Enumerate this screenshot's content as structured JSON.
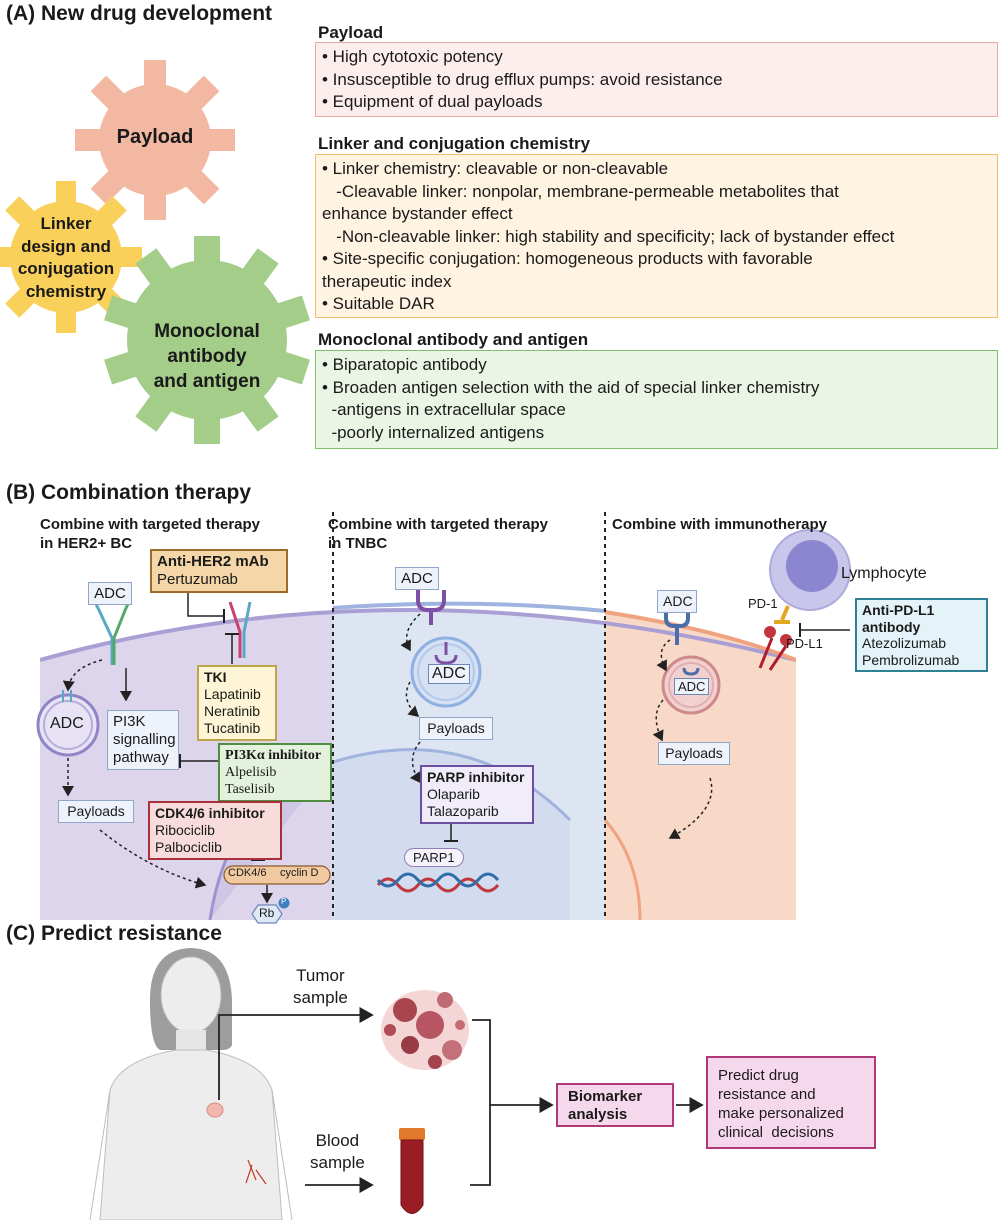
{
  "sectionA": {
    "title": "(A) New drug development",
    "gears": {
      "payload": "Payload",
      "linker": [
        "Linker",
        "design and",
        "conjugation",
        "chemistry"
      ],
      "antibody": [
        "Monoclonal",
        "antibody",
        "and antigen"
      ]
    },
    "payload_panel": {
      "heading": "Payload",
      "lines": [
        "• High cytotoxic potency",
        "• Insusceptible to drug efflux pumps: avoid resistance",
        "• Equipment of dual payloads"
      ]
    },
    "linker_panel": {
      "heading": "Linker and conjugation chemistry",
      "lines": [
        "• Linker chemistry: cleavable or non-cleavable",
        "   -Cleavable linker: nonpolar, membrane-permeable metabolites that",
        "enhance bystander effect",
        "   -Non-cleavable linker: high stability and specificity; lack of bystander effect",
        "• Site-specific conjugation: homogeneous products with favorable",
        "therapeutic index",
        "• Suitable DAR"
      ]
    },
    "antibody_panel": {
      "heading": "Monoclonal antibody and antigen",
      "lines": [
        "• Biparatopic antibody",
        "• Broaden antigen selection with the aid of special linker chemistry",
        "  -antigens in extracellular space",
        "  -poorly internalized antigens"
      ]
    }
  },
  "sectionB": {
    "title": "(B) Combination therapy",
    "col1": {
      "heading": [
        "Combine with targeted therapy",
        "in HER2+ BC"
      ],
      "adc": "ADC",
      "adc_vesicle": "ADC",
      "payloads": "Payloads",
      "anti_her2": {
        "title": "Anti-HER2 mAb",
        "drug": "Pertuzumab"
      },
      "tki": {
        "title": "TKI",
        "drugs": [
          "Lapatinib",
          "Neratinib",
          "Tucatinib"
        ]
      },
      "pi3k_pathway": [
        "PI3K",
        "signalling",
        "pathway"
      ],
      "pi3k_inhibitor": {
        "title": "PI3Kα inhibitor",
        "drugs": [
          "Alpelisib",
          "Taselisib"
        ]
      },
      "cdk": {
        "title": "CDK4/6 inhibitor",
        "drugs": [
          "Ribociclib",
          "Palbociclib"
        ]
      },
      "cdk_complex": {
        "a": "CDK4/6",
        "b": "cyclin D"
      },
      "rb": "Rb",
      "p": "P"
    },
    "col2": {
      "heading": [
        "Combine with targeted therapy",
        "in TNBC"
      ],
      "adc": "ADC",
      "adc_vesicle": "ADC",
      "payloads": "Payloads",
      "parp_inhibitor": {
        "title": "PARP inhibitor",
        "drugs": [
          "Olaparib",
          "Talazoparib"
        ]
      },
      "parp1": "PARP1"
    },
    "col3": {
      "heading": "Combine with immunotherapy",
      "lymphocyte": "Lymphocyte",
      "adc": "ADC",
      "adc_vesicle": "ADC",
      "payloads": "Payloads",
      "pd1": "PD-1",
      "pdl1": "PD-L1",
      "anti_pdl1": {
        "title": [
          "Anti-PD-L1",
          "antibody"
        ],
        "drugs": [
          "Atezolizumab",
          "Pembrolizumab"
        ]
      }
    }
  },
  "sectionC": {
    "title": "(C) Predict resistance",
    "tumor": [
      "Tumor",
      "sample"
    ],
    "blood": [
      "Blood",
      "sample"
    ],
    "biomarker": [
      "Biomarker",
      "analysis"
    ],
    "predict": [
      "Predict drug",
      "resistance and",
      "make personalized",
      "clinical  decisions"
    ]
  },
  "colors": {
    "payload": "#f2b8a2",
    "linker": "#f9d05a",
    "antibody": "#a3cd88",
    "payload_box": "#fdeeee",
    "linker_box": "#fff3e2",
    "antibody_box": "#ebf5e6",
    "cell_purple": "#dcd5ec",
    "cell_blue": "#dde4f2",
    "cell_orange": "#f8d9c8"
  }
}
